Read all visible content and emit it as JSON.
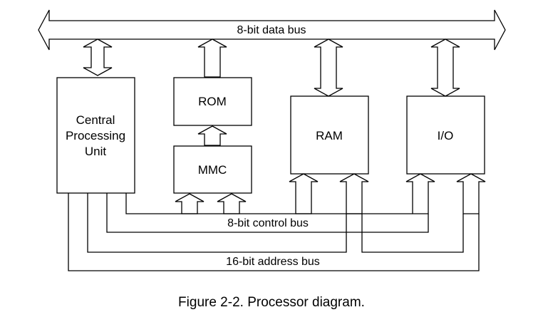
{
  "data_bus": {
    "label": "8-bit data bus"
  },
  "control_bus": {
    "label": "8-bit control bus"
  },
  "address_bus": {
    "label": "16-bit address bus"
  },
  "blocks": {
    "cpu": {
      "line1": "Central",
      "line2": "Processing",
      "line3": "Unit"
    },
    "rom": {
      "label": "ROM"
    },
    "mmc": {
      "label": "MMC"
    },
    "ram": {
      "label": "RAM"
    },
    "io": {
      "label": "I/O"
    }
  },
  "caption": "Figure 2-2. Processor diagram.",
  "colors": {
    "stroke": "#000000",
    "fill": "#ffffff"
  }
}
